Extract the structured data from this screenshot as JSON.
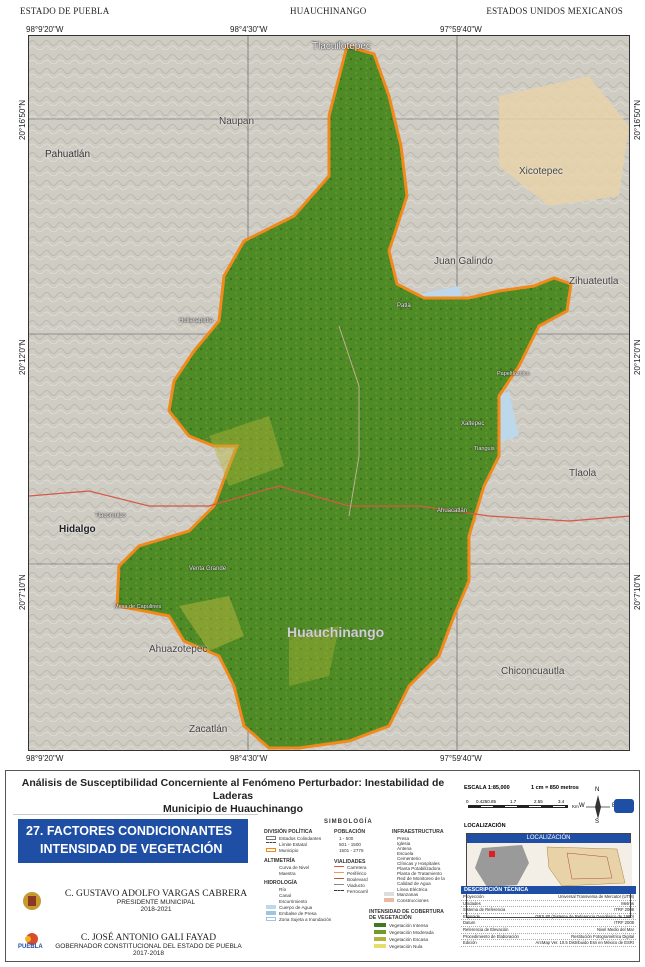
{
  "header": {
    "left": "ESTADO DE PUEBLA",
    "center": "HUAUCHINANGO",
    "right": "ESTADOS UNIDOS MEXICANOS"
  },
  "coords": {
    "top": [
      "98°9'20\"W",
      "98°4'30\"W",
      "97°59'40\"W"
    ],
    "bottom": [
      "98°9'20\"W",
      "98°4'30\"W",
      "97°59'40\"W"
    ],
    "left": [
      "20°16'50\"N",
      "20°12'0\"N",
      "20°7'10\"N"
    ],
    "right": [
      "20°16'50\"N",
      "20°12'0\"N",
      "20°7'10\"N"
    ]
  },
  "map_labels": {
    "tlacuilotepec": "Tlacuilotepec",
    "naupan": "Naupan",
    "pahuatlan": "Pahuatlán",
    "xicotepec": "Xicotepec",
    "juan_galindo": "Juan Galindo",
    "zihuateutla": "Zihuateutla",
    "hidalgo": "Hidalgo",
    "tlaola": "Tlaola",
    "ahuazotepec": "Ahuazotepec",
    "chiconcuautla": "Chiconcuautla",
    "zacatlan": "Zacatlán",
    "huauchinango": "Huauchinango",
    "tlacomulco": "Tlacomulco",
    "venta_grande": "Venta Grande",
    "xaltepec": "Xaltepec",
    "ahuacatlan": "Ahuacatlán",
    "patla": "Patla",
    "huilacapixtla": "Huilacapixtla",
    "mesa_de_capulines": "Mesa de Capulines",
    "papeltlazolco": "Papeltlazolco",
    "tianguis": "Tianguis"
  },
  "panel": {
    "title_line1": "Análisis de Susceptibilidad Concerniente al Fenómeno Perturbador: Inestabilidad de Laderas",
    "title_line2": "Municipio de Huauchinango",
    "sheet_line1": "27. FACTORES CONDICIONANTES",
    "sheet_line2": "INTENSIDAD DE VEGETACIÓN",
    "credit1_name": "C. GUSTAVO ADOLFO VARGAS CABRERA",
    "credit1_role": "PRESIDENTE MUNICIPAL",
    "credit1_years": "2018-2021",
    "credit2_name": "C. JOSÉ ANTONIO GALI FAYAD",
    "credit2_role": "GOBERNADOR CONSTITUCIONAL DEL ESTADO DE PUEBLA",
    "credit2_years": "2017-2018",
    "puebla_logo_text": "PUEBLA"
  },
  "legend": {
    "title": "SIMBOLOGÍA",
    "division": "DIVISIÓN POLÍTICA",
    "division_items": [
      "Estados Colindantes",
      "Límite Estatal",
      "Municipio"
    ],
    "altimetria": "ALTIMETRÍA",
    "altimetria_items": [
      "Curva de Nivel",
      "Maestra"
    ],
    "hidrologia": "HIDROLOGÍA",
    "hidrologia_items": [
      "Río",
      "Canal",
      "Escurrimiento",
      "Cuerpo de Agua",
      "Embalse de Presa",
      "Zona Sujeta a Inundación"
    ],
    "poblacion": "POBLACIÓN",
    "poblacion_items": [
      "1 - 500",
      "501 - 1500",
      "1501 - 2776"
    ],
    "vialidades": "VIALIDADES",
    "vialidades_items": [
      "Carretera",
      "Periférico",
      "Boulevard",
      "Viaducto",
      "Ferrocarril"
    ],
    "infraestructura": "INFRAESTRUCTURA",
    "infraestructura_items": [
      "Presa",
      "Iglesia",
      "Antena",
      "Escuela",
      "Cementerio",
      "Clínicas y Hospitales",
      "Planta Potabilizadora",
      "Planta de Tratamiento",
      "Red de Monitoreo de la Calidad de Agua",
      "Línea Eléctrica",
      "Manzanas",
      "Construcciones"
    ],
    "cobertura": "INTENSIDAD DE COBERTURA DE VEGETACIÓN",
    "cobertura_items": [
      {
        "label": "Vegetación Intensa",
        "color": "#3f7a1f"
      },
      {
        "label": "Vegetación Moderada",
        "color": "#6f9a2e"
      },
      {
        "label": "Vegetación Escasa",
        "color": "#b3b43a"
      },
      {
        "label": "Vegetación Nula",
        "color": "#e6de6a"
      }
    ]
  },
  "scale": {
    "label": "ESCALA 1:85,000",
    "equivalence": "1 cm = 850 metros",
    "ticks": [
      "0",
      "0.4250.85",
      "1.7",
      "2.55",
      "3.4"
    ],
    "unit": "Km"
  },
  "compass": {
    "n": "N",
    "s": "S",
    "e": "E",
    "w": "W"
  },
  "location": {
    "label": "LOCALIZACIÓN",
    "box_title": "LOCALIZACIÓN"
  },
  "technical": {
    "title": "DESCRIPCIÓN TÉCNICA",
    "rows": [
      [
        "Proyección",
        "Universal Transversa de Mercator (UTM)"
      ],
      [
        "Unidades",
        "Metros"
      ],
      [
        "Sistema de Referencia",
        "ITRF 2008"
      ],
      [
        "Elipsoide",
        "GRS 80 (Sistema de Referencia Geodésico de 1980)"
      ],
      [
        "Datum",
        "ITRF 2008"
      ],
      [
        "Referencia de Elevación",
        "Nivel Medio del Mar"
      ],
      [
        "Procedimiento de Elaboración",
        "Restitución Fotogramétrica Digital"
      ],
      [
        "Edición",
        "ArcMap Ver. 10.5 Distribuido Esri en México de ESRI"
      ]
    ]
  },
  "colors": {
    "vegetation_dark": "#3f7a1f",
    "municipal_border": "#f08a1c",
    "water": "#bcd8ea",
    "urban": "#e8d3a9",
    "panel_blue": "#1f4fa5"
  }
}
